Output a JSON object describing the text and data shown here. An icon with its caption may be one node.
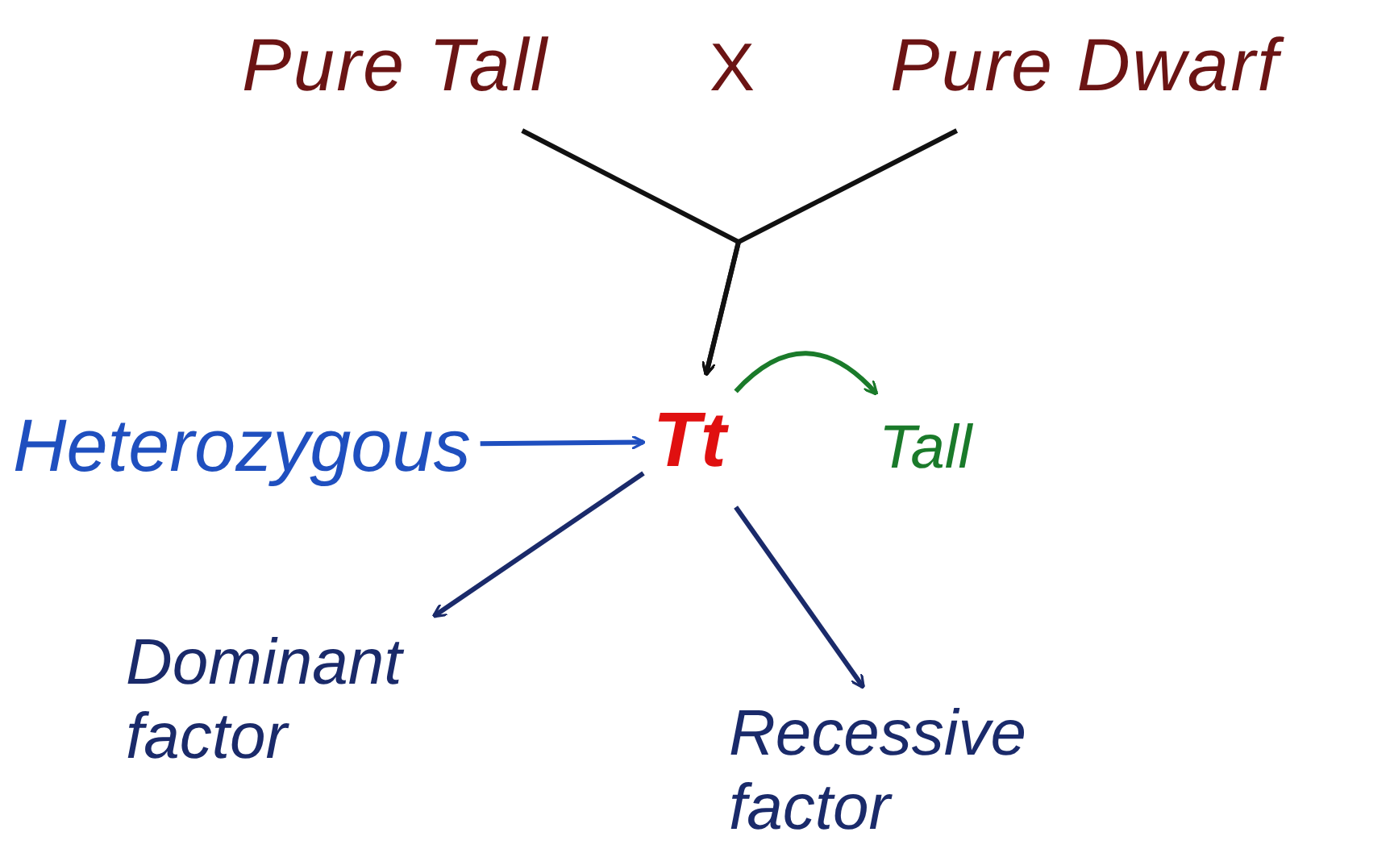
{
  "diagram": {
    "nodes": [
      {
        "text": [
          "Pure Tall"
        ]
      },
      {
        "text": [
          "Pure Dwarf"
        ]
      },
      {
        "text": [
          "Tt"
        ]
      },
      {
        "text": [
          "Heterozygous"
        ]
      },
      {
        "text": [
          "Tall"
        ]
      },
      {
        "text": [
          "Dominant factor"
        ]
      },
      {
        "text": [
          "Recessive factor"
        ]
      }
    ],
    "edges": [
      {
        "from": 0,
        "to": 2,
        "arrow": "to"
      },
      {
        "from": 1,
        "to": 2,
        "arrow": "to"
      },
      {
        "from": 3,
        "to": 2,
        "arrow": "to",
        "color": "#1f4fbf"
      },
      {
        "from": 2,
        "to": 4,
        "arrow": "to",
        "color": "#1a7a2a"
      },
      {
        "from": 2,
        "to": 5,
        "arrow": "to",
        "color": "#1a2a6a"
      },
      {
        "from": 2,
        "to": 6,
        "arrow": "to",
        "color": "#1a2a6a"
      }
    ],
    "labels": [
      "X"
    ]
  }
}
